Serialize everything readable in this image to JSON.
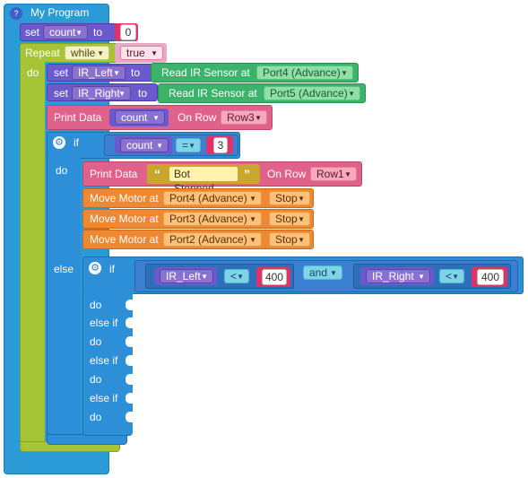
{
  "program": {
    "title": "My Program"
  },
  "set_count": {
    "set": "set",
    "var": "count",
    "to": "to",
    "value": "0"
  },
  "repeat": {
    "label": "Repeat",
    "mode": "while",
    "condition": "true",
    "do": "do"
  },
  "set_ir_left": {
    "set": "set",
    "var": "IR_Left",
    "to": "to",
    "sensor_label": "Read IR Sensor at",
    "port": "Port4 (Advance)"
  },
  "set_ir_right": {
    "set": "set",
    "var": "IR_Right",
    "to": "to",
    "sensor_label": "Read IR Sensor at",
    "port": "Port5 (Advance)"
  },
  "print_count": {
    "label": "Print Data",
    "var": "count",
    "on_row": "On Row",
    "row": "Row3"
  },
  "if_count": {
    "if": "if",
    "var": "count",
    "op": "=",
    "value": "3",
    "do": "do",
    "else": "else",
    "print": {
      "label": "Print Data",
      "open_quote": "“",
      "text": "Bot Stopped",
      "close_quote": "”",
      "on_row": "On Row",
      "row": "Row1"
    },
    "motors": [
      {
        "label": "Move Motor at",
        "port": "Port4 (Advance)",
        "action": "Stop"
      },
      {
        "label": "Move Motor at",
        "port": "Port3 (Advance)",
        "action": "Stop"
      },
      {
        "label": "Move Motor at",
        "port": "Port2 (Advance)",
        "action": "Stop"
      }
    ]
  },
  "if_inner": {
    "if": "if",
    "left_var": "IR_Left",
    "left_op": "<",
    "left_value": "400",
    "logic": "and",
    "right_var": "IR_Right",
    "right_op": "<",
    "right_value": "400",
    "branches": [
      "do",
      "else if",
      "do",
      "else if",
      "do",
      "else if",
      "do"
    ]
  },
  "colors": {
    "program": "#2a9bd6",
    "variable": "#8866cc",
    "loop": "#99bb22",
    "sensor": "#44bb66",
    "print": "#dd6688",
    "logic": "#2d8fd8",
    "motor": "#ee8833",
    "number": "#dd3366"
  }
}
